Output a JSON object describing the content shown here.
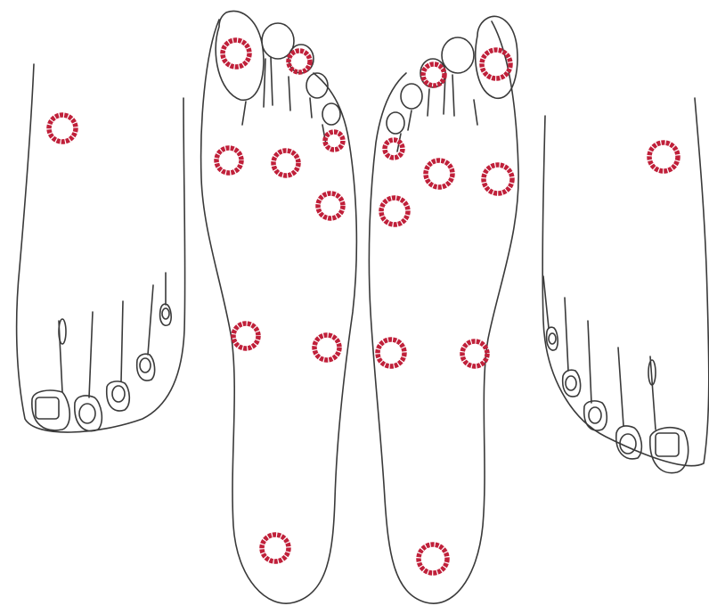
{
  "colors": {
    "background": "#ffffff",
    "outline": "#3a3a3a",
    "test_site": "#c0203a"
  },
  "feet": [
    {
      "id": "left-foot-dorsal",
      "view": "dorsal",
      "side": "left",
      "test_sites": 1
    },
    {
      "id": "left-foot-plantar",
      "view": "plantar",
      "side": "left",
      "test_sites": 9
    },
    {
      "id": "right-foot-plantar",
      "view": "plantar",
      "side": "right",
      "test_sites": 9
    },
    {
      "id": "right-foot-dorsal",
      "view": "dorsal",
      "side": "right",
      "test_sites": 1
    }
  ],
  "test_sites_total": 20
}
